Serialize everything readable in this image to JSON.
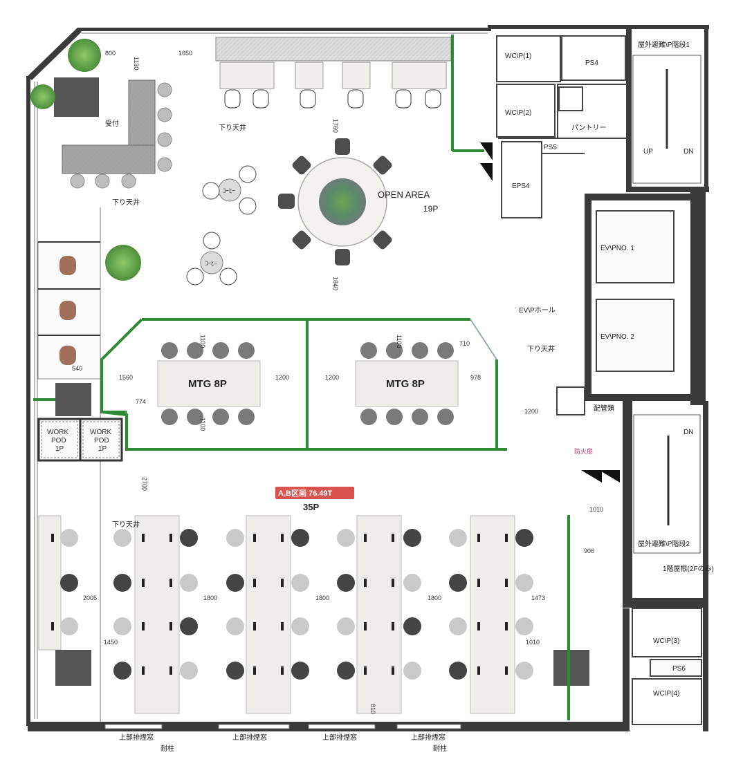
{
  "open_area": {
    "name": "OPEN AREA",
    "capacity": "19P"
  },
  "meeting_rooms": [
    {
      "name": "MTG 8P"
    },
    {
      "name": "MTG 8P"
    }
  ],
  "work_pods": [
    {
      "name": "WORK",
      "line2": "POD",
      "line3": "1P"
    },
    {
      "name": "WORK",
      "line2": "POD",
      "line3": "1P"
    }
  ],
  "zone_badge": {
    "text": "A,B区画 76.49T",
    "capacity": "35P",
    "color": "#d9534f"
  },
  "labels": {
    "wc_p1": "WC\\P(1)",
    "wc_p2": "WC\\P(2)",
    "ps4_top": "PS4",
    "ps4_mid": "EPS4",
    "ps5": "PS5",
    "pantry": "パントリー",
    "stair1": "屋外避難\\P階段1",
    "stair2": "屋外避難\\P階段2",
    "up": "UP",
    "dn1": "DN",
    "dn2": "DN",
    "ev1": "EV\\PNO. 1",
    "ev2": "EV\\PNO. 2",
    "ev_hall": "EV\\Pホール",
    "sagari1": "下り天井",
    "sagari2": "下り天井",
    "sagari3": "下り天井",
    "sagari4": "下り天井",
    "counter": "受付",
    "wc_p3": "WC\\P(3)",
    "wc_p4": "WC\\P(4)",
    "ps6": "PS6",
    "note_2f": "1階屋根(2Fのみ)",
    "pipe": "配管類",
    "window1": "上部排煙窓",
    "window2": "上部排煙窓",
    "window3": "上部排煙窓",
    "window4": "上部排煙窓",
    "pillar1": "耐柱",
    "pillar2": "耐柱",
    "pink_label": "防火扉",
    "chair_tbl1": "ｺｰﾋｰ",
    "chair_tbl2": "ｺｰﾋｰ"
  },
  "dimensions": {
    "d_top1": "800",
    "d_top2": "1130",
    "d_top3": "1650",
    "d_top_vert": "1760",
    "d_center_vert": "1840",
    "d_mtg_left": "1560",
    "d_mtg_mid1": "1200",
    "d_mtg_mid2": "1200",
    "d_mtg_right": "978",
    "d_mtg_diag1": "774",
    "d_mtg_diag2": "710",
    "d_mtg_up1": "1100",
    "d_mtg_up2": "1100",
    "d_mtg_dn1": "1100",
    "d_pod": "540",
    "d_1200_right": "1200",
    "d_vert_2700": "2700",
    "d_desk1": "2005",
    "d_desk2": "1800",
    "d_desk3": "1800",
    "d_desk4": "1800",
    "d_desk5": "1473",
    "d_desk6": "1450",
    "d_desk7": "1010",
    "d_bottom": "810",
    "d_1010_right": "1010",
    "d_906": "906"
  },
  "colors": {
    "wall": "#3a3a3a",
    "green_partition": "#2f8a36",
    "chair_dark": "#4a4a4a",
    "chair_light": "#c9c9c9",
    "chair_brown": "#a0705a",
    "desk": "#efede9",
    "pink_badge": "#d9534f"
  }
}
